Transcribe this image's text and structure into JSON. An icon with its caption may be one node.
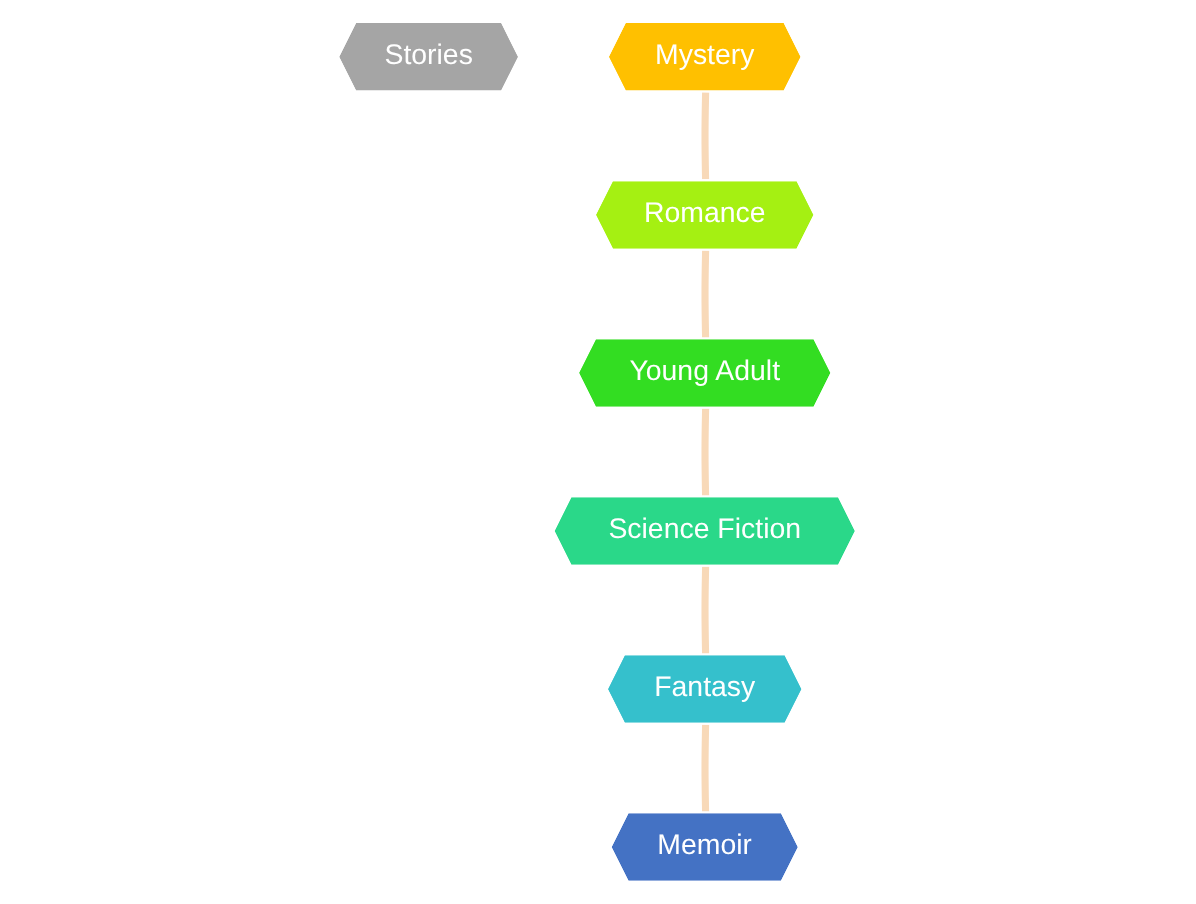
{
  "diagram": {
    "nodes": [
      {
        "text": [
          "Stories"
        ]
      },
      {
        "text": [
          "Mystery"
        ]
      },
      {
        "text": [
          "Romance"
        ]
      },
      {
        "text": [
          "Young Adult"
        ]
      },
      {
        "text": [
          "Science Fiction"
        ]
      },
      {
        "text": [
          "Fantasy"
        ]
      },
      {
        "text": [
          "Memoir"
        ]
      }
    ],
    "edges": [
      {
        "from": 1,
        "to": 2,
        "arrow": "none"
      },
      {
        "from": 2,
        "to": 3,
        "arrow": "none"
      },
      {
        "from": 3,
        "to": 4,
        "arrow": "none"
      },
      {
        "from": 4,
        "to": 5,
        "arrow": "none"
      },
      {
        "from": 5,
        "to": 6,
        "arrow": "none"
      }
    ]
  }
}
